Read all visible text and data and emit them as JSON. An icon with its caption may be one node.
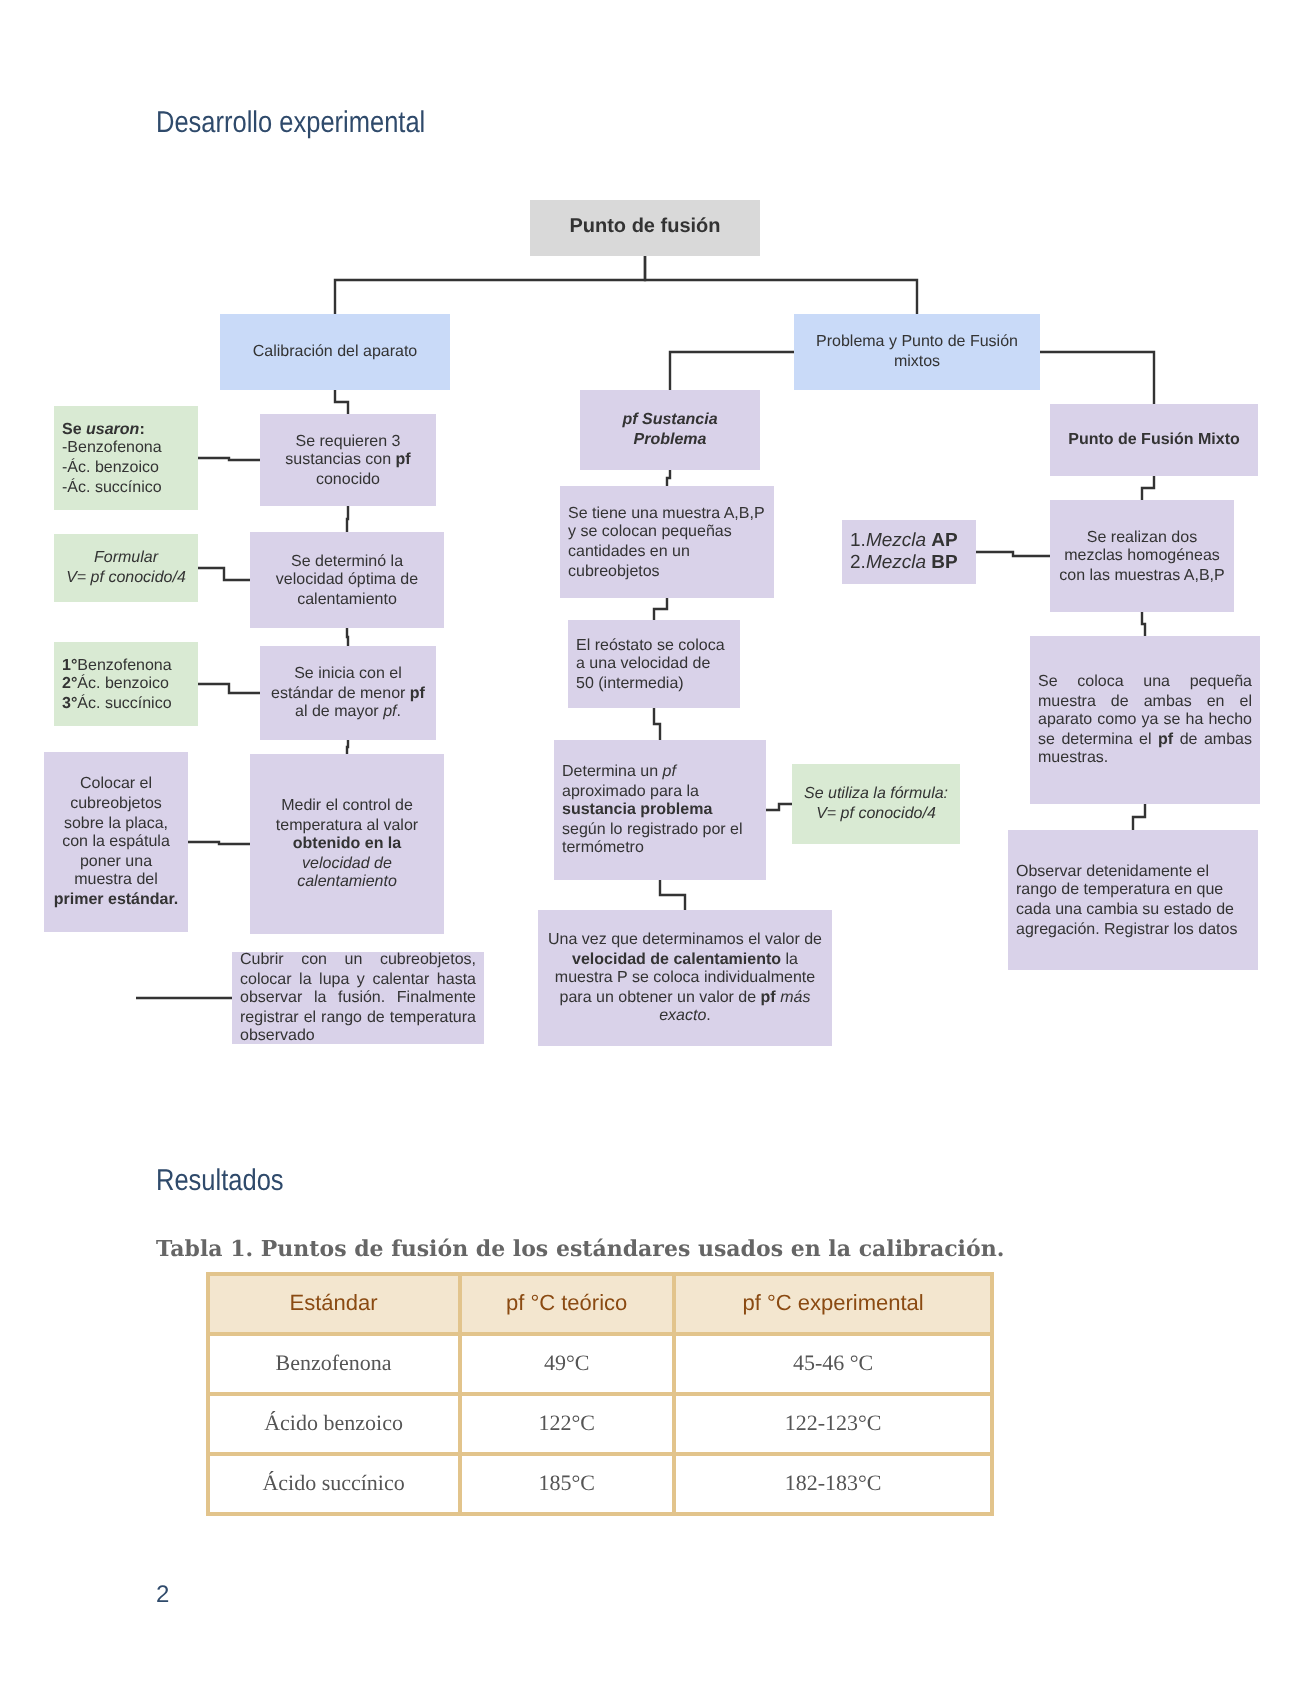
{
  "diagram": {
    "nodes": [
      {
        "text": [
          "Punto de fusión"
        ]
      },
      {
        "text": [
          "Calibración del aparato"
        ]
      },
      {
        "text": [
          "Problema y Punto de Fusión mixtos"
        ]
      },
      {
        "text": [
          "Se *usaron*:",
          "-Benzofenona",
          "-Ác. benzoico",
          "-Ác. succínico"
        ]
      },
      {
        "text": [
          "Se requieren 3 sustancias con **pf** conocido"
        ]
      },
      {
        "text": [
          "Formular",
          "V= pf conocido/4"
        ]
      },
      {
        "text": [
          "Se determinó la velocidad óptima de calentamiento"
        ]
      },
      {
        "text": [
          "**1°**Benzofenona",
          "**2°**Ác. benzoico",
          "**3°**Ác. succínico"
        ]
      },
      {
        "text": [
          "Se inicia con el estándar de menor **pf** al de mayor *pf*."
        ]
      },
      {
        "text": [
          "Colocar el cubreobjetos sobre la placa, con la espátula poner una muestra del **primer estándar.**"
        ]
      },
      {
        "text": [
          "Medir el control de temperatura al valor **obtenido en la** *velocidad de calentamiento*"
        ]
      },
      {
        "text": [
          "Cubrir con un cubreobjetos, colocar la lupa y calentar hasta observar la fusión. Finalmente registrar el rango de temperatura observado"
        ]
      },
      {
        "text": [
          "pf Sustancia Problema"
        ]
      },
      {
        "text": [
          "Se tiene una muestra A,B,P y se colocan pequeñas cantidades en un cubreobjetos"
        ]
      },
      {
        "text": [
          "El reóstato se coloca a una velocidad de 50 (intermedia)"
        ]
      },
      {
        "text": [
          "Determina un *pf* aproximado para la **sustancia problema** según lo registrado por el termómetro"
        ]
      },
      {
        "text": [
          "Se utiliza la fórmula:",
          "V= pf conocido/4"
        ]
      },
      {
        "text": [
          "Una vez que determinamos el valor de **velocidad de calentamiento** la muestra P se coloca individualmente para un obtener un valor de **pf** *más exacto*."
        ]
      },
      {
        "text": [
          "Punto de Fusión Mixto"
        ]
      },
      {
        "text": [
          "1.*Mezcla* **AP**",
          "2.*Mezcla* **BP**"
        ]
      },
      {
        "text": [
          "Se realizan dos mezclas homogéneas con las muestras A,B,P"
        ]
      },
      {
        "text": [
          "Se coloca una pequeña muestra de ambas en el aparato como ya se ha hecho se determina el **pf** de ambas muestras."
        ]
      },
      {
        "text": [
          "Observar detenidamente el rango de temperatura en que cada una cambia su estado de agregación. Registrar los datos"
        ]
      }
    ],
    "edges": [
      {
        "from": 0,
        "to": 1,
        "arrow": "none"
      },
      {
        "from": 0,
        "to": 2,
        "arrow": "none"
      },
      {
        "from": 1,
        "to": 4,
        "arrow": "none"
      },
      {
        "from": 3,
        "to": 4,
        "arrow": "none"
      },
      {
        "from": 4,
        "to": 6,
        "arrow": "none"
      },
      {
        "from": 5,
        "to": 6,
        "arrow": "none"
      },
      {
        "from": 6,
        "to": 8,
        "arrow": "none"
      },
      {
        "from": 7,
        "to": 8,
        "arrow": "none"
      },
      {
        "from": 8,
        "to": 10,
        "arrow": "none"
      },
      {
        "from": 9,
        "to": 10,
        "arrow": "none"
      },
      {
        "from": null,
        "to": 11,
        "arrow": "none"
      },
      {
        "from": 2,
        "to": 12,
        "arrow": "none"
      },
      {
        "from": 12,
        "to": 13,
        "arrow": "none"
      },
      {
        "from": 13,
        "to": 14,
        "arrow": "none"
      },
      {
        "from": 14,
        "to": 15,
        "arrow": "none"
      },
      {
        "from": 15,
        "to": 16,
        "arrow": "none"
      },
      {
        "from": 15,
        "to": 17,
        "arrow": "none"
      },
      {
        "from": 2,
        "to": 18,
        "arrow": "none"
      },
      {
        "from": 18,
        "to": 20,
        "arrow": "none"
      },
      {
        "from": 19,
        "to": 20,
        "arrow": "none"
      },
      {
        "from": 20,
        "to": 21,
        "arrow": "none"
      },
      {
        "from": 21,
        "to": 22,
        "arrow": "none"
      }
    ],
    "labels": [
      "Desarrollo experimental",
      "Resultados",
      "Tabla 1. Puntos de fusión de los estándares usados en la calibración.",
      "Estándar",
      "pf °C teórico",
      "pf °C experimental",
      "Benzofenona",
      "49°C",
      "45-46 °C",
      "Ácido benzoico",
      "122°C",
      "122-123°C",
      "Ácido succínico",
      "185°C",
      "182-183°C",
      "2"
    ]
  }
}
